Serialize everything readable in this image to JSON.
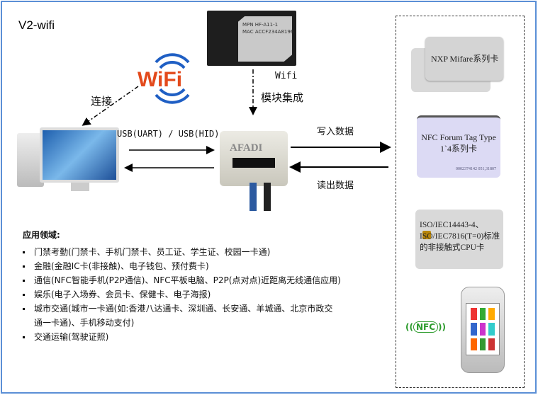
{
  "title": "V2-wifi",
  "wifi_logo": "WiFi",
  "labels": {
    "connect": "连接",
    "wifi_module_1": "Wifi",
    "wifi_module_2": "模块集成",
    "usb": "USB(UART) / USB(HID)",
    "write": "写入数据",
    "read": "读出数据"
  },
  "module_label": {
    "line1": "MPN HF-A11-1",
    "line2": "MAC ACCF234A8196"
  },
  "reader_brand": "AFADI",
  "cards": [
    {
      "text": "NXP Mifare系列卡"
    },
    {
      "text": "NFC Forum Tag Type 1`4系列卡",
      "serial": "0002374142 051,31807"
    },
    {
      "text": "ISO/IEC14443-4、ISO/IEC7816(T=0)标准的非接触式CPU卡"
    }
  ],
  "nfc_badge": "NFC",
  "applications": {
    "heading": "应用领域:",
    "items": [
      "门禁考勤(门禁卡、手机门禁卡、员工证、学生证、校园一卡通)",
      "金融(金融IC卡(非接触)、电子钱包、预付费卡)",
      "通信(NFC智能手机(P2P通信)、NFC平板电脑、P2P(点对点)近距离无线通信应用)",
      "娱乐(电子入场券、会员卡、保健卡、电子海报)",
      "城市交通(城市一卡通(如:香港八达通卡、深圳通、长安通、羊城通、北京市政交",
      "通一卡通)、手机移动支付)",
      "交通运输(驾驶证照)"
    ]
  }
}
